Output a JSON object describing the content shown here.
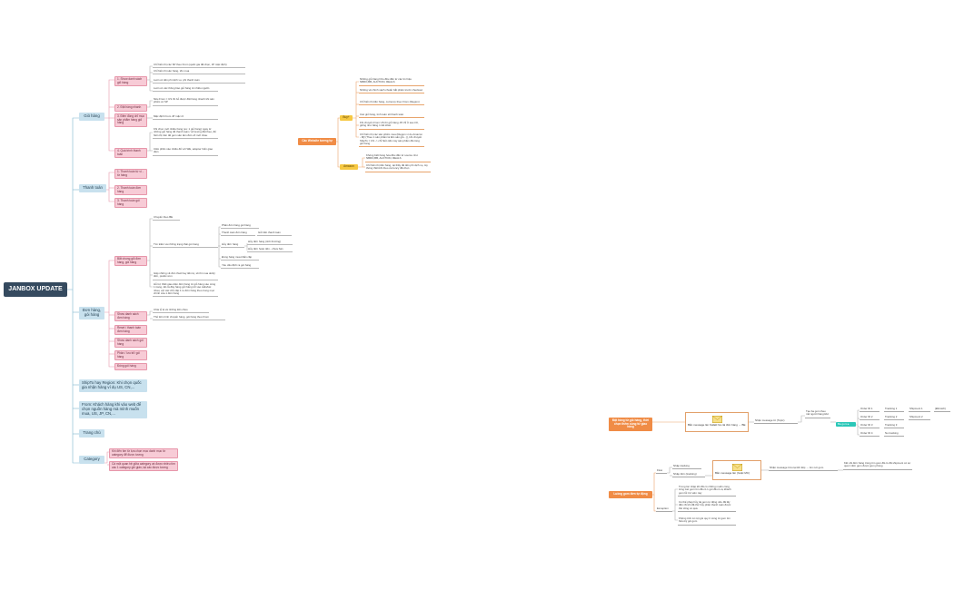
{
  "root": {
    "title": "JANBOX UPDATE"
  },
  "main": [
    {
      "label": "Giỏ hàng"
    },
    {
      "label": "Thanh toán"
    },
    {
      "label": "Đơn hàng, gói hàng"
    },
    {
      "label": "ShipTo hay Region: Khi chọn quốc gia nhận hàng ví dụ US, CN,..."
    },
    {
      "label": "From: Khách hàng khi vào web để chọn nguồn hàng mà mình muốn mua, US, JP, CN,..."
    },
    {
      "label": "Trang chủ"
    },
    {
      "label": "Category"
    }
  ],
  "gio_hang": {
    "subs": [
      {
        "label": "1. Show danh sách giỏ hàng"
      },
      {
        "label": "2. Đặt hàng nhanh"
      },
      {
        "label": "3. Điền đồng chỉ mục sản phẩm hàng giỏ hàng"
      },
      {
        "label": "4. Quá trình thanh toán"
      }
    ],
    "leaves": [
      "Chỉ hiển thị các SP theo From (quốc gia đã chọn, JP mặc định)",
      "Chỉ hiển thị sản hàng, tồn mua",
      "Luôn có tiền phí dịch vụ, phí thanh toán",
      "Luôn có các thông báo giỏ hàng từ nhiều nguồn",
      "Nếu From = US thì bỏ được đặt hàng nhanh khi sản phẩm có SP",
      "Mặc định From JP mặc rõ",
      "Khi chọn mới nhiều hàng (ex: 1 giỏ hàng) ngay từ những giỏ hàng để thanh toán / số lượng đặt theo, để hiển thị trên để gom sản làm đơn cố mới nhau",
      "Cấm phần nào nhiều để với WE, adopter hiển giao diện"
    ]
  },
  "thanh_toan": {
    "subs": [
      {
        "label": "1. Thanh toán từ ví - từ hàng"
      },
      {
        "label": "2. Thanh toán đơn hàng"
      },
      {
        "label": "3. Thanh toán gói hàng"
      }
    ]
  },
  "don_hang": {
    "subs": [
      {
        "label": "Bắt chung giỏ đơn hàng, gói hàng"
      },
      {
        "label": "Show danh sách đơn hàng"
      },
      {
        "label": "Reset / thanh toán đơn hàng"
      },
      {
        "label": "Show danh sách gói hàng"
      },
      {
        "label": "Phân / lưu trữ gói hàng"
      },
      {
        "label": "Đóng gói hàng"
      }
    ],
    "leaves": [
      "Chuyển theo BE",
      "Phân đơn hàng gói hàng",
      "Thanh toán đơn hàng",
      "Gửi tiền thanh toán",
      "Tìm kiếm và những trạng thái gói trang",
      "Hủy đơn hàng",
      "Hủy đơn hàng (tính thường)",
      "Hủy đơn hoàn tiền - chưa hàn",
      "Đóng hàng mua khẩn cấp",
      "Yêu cầu định ra gói hàng",
      "Gặp những về đơn thuế hay tiền tệ, số thì mua do/ký đơn, prelist vnm",
      "Hỗ trợ thiết giao diện đơn hàng từ giỏ hàng vào cùng 1 trang, tất cả đây hàng gửi hàng tới vào tuần/tác nhau, với các chủ cấp 1 to đơn hàng theo trong mục chính của 1 đơn hàng",
      "Chia tỷ lệ và những tiền chéo",
      "Thể tiến trình chuyển hàng, gói hàng theo From"
    ]
  },
  "category": {
    "leaves": [
      "Khi đến tìm từ lựa chọn mục danh mục từ category để được tương",
      "Cả một quan hệ giữa category và được nhiều tìm các 1 category ghi giản, tại các được tương"
    ]
  },
  "website": {
    "center": "Các Website tương tự",
    "branches": [
      {
        "label": "Buy+"
      },
      {
        "label": "Amazon"
      }
    ],
    "leaves": [
      "Những giỏ hàng hữu đều đến từ các tin hiệu NBRO,BB, AUCTION, REALS",
      "Những về chính sách chuẩn bắt phiên trước checkout",
      "Chỉ hiển thị tiền hàng, currency theo From (Region)",
      "Các giỏ hàng, tính toán số thanh toán",
      "Khi chuyển From US thì giỏ hàng JP chỉ ở sau trữ, giống như băng 1 tiết khác",
      "Chỉ hiển thị các sản phẩm mua (Region ví dụ Amazon - Mỹ (Theo 1 sản phẩm là tiền sản giỏ...)), khi chuyển ShipTo = US -> chỉ hiển tiền này sản phẩm đã cùng giỏ hàng",
      "Không biết hàng hóa đều đến từ source như NBRO,BB, AUCTION, REALS",
      "Chỉ hiển thị tiền hàng, tại thấy tất tiền phí dịch vụ, tùy thông thiết khi theo currency đã chọn"
    ]
  },
  "flow1": {
    "center": "Đặt hàng từ giỏ hàng, thời chọn thêm cùng từ giao hàng",
    "message": "Bắn message lên Kafakl hệ cái đơn hàng → BE",
    "step1": "Nhận message từ (Topic)",
    "step2": "Tạo ba gom theo mã người hàng ĐH",
    "teal": "Ba gom ▸",
    "orders": [
      {
        "label": "Order ID 1",
        "p1": "Tracking 1",
        "shipment": "Shipment 1",
        "extra": "(Đã tách)"
      },
      {
        "label": "Order ID 2",
        "p1": "Tracking 2",
        "shipment": "Shipment 2"
      },
      {
        "label": "Order ID 3",
        "p1": "Tracking 3"
      },
      {
        "label": "Order ID 4",
        "p1": "No tracking"
      }
    ]
  },
  "flow2": {
    "center": "Luồng gom đơn tự động",
    "branches": [
      {
        "label": "Flow"
      },
      {
        "label": "Exception"
      }
    ],
    "flow_items": [
      "Nhập tracking",
      "Nhập đơn (tracking)"
    ],
    "message": "Bắn message lên (hoặc MC)",
    "result1": "Nhận message trừu tại khi tiếp → tìm nơi gom",
    "result2": "Kết nối đơn hàng trùng tìm gom đã có đã shipment có sự quá 1 đơn gom được gom phòng",
    "exceptions": [
      "Trong lúc nhập khi đã có những muốn cùng từng các gom tìm đã có 1 gói đã có vụ khách gom lỗi trợ viện này",
      "Có thể phép hủy tài gom tự động nếu đã lấy đến rồi khi đã thử hủy phân thanh toán được thể cũng có quá",
      "Không tính có nội gói quy ít cùng từ gom tìm hiểu kỳ gói gom"
    ]
  }
}
